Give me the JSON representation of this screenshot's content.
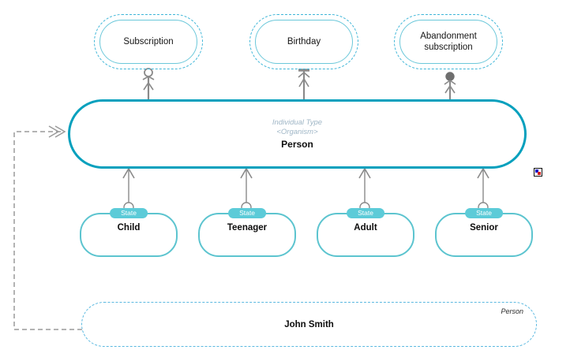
{
  "diagram": {
    "title": "Person individual type diagram",
    "colors": {
      "type_border": "#05a0bd",
      "event_border": "#6cc8da",
      "event_halo": "#3fb6d8",
      "state_border": "#5cc4cf",
      "state_badge": "#5ccbd8",
      "instance_border": "#5bb9e0",
      "connector": "#8a8a8a",
      "meta_text": "#9fb6c6"
    }
  },
  "events": [
    {
      "label": "Subscription",
      "actor_head": "open-circle-head"
    },
    {
      "label": "Birthday",
      "actor_head": "bar-head"
    },
    {
      "label": "Abandonment subscription",
      "actor_head": "filled-circle-head"
    }
  ],
  "individual_type": {
    "meta_line1": "Individual Type",
    "meta_line2": "<Organism>",
    "name": "Person"
  },
  "states": [
    {
      "badge": "State",
      "name": "Child"
    },
    {
      "badge": "State",
      "name": "Teenager"
    },
    {
      "badge": "State",
      "name": "Adult"
    },
    {
      "badge": "State",
      "name": "Senior"
    }
  ],
  "instance": {
    "name": "John Smith",
    "type_label": "Person"
  },
  "marker": {
    "icon": "selection-marker-icon"
  }
}
